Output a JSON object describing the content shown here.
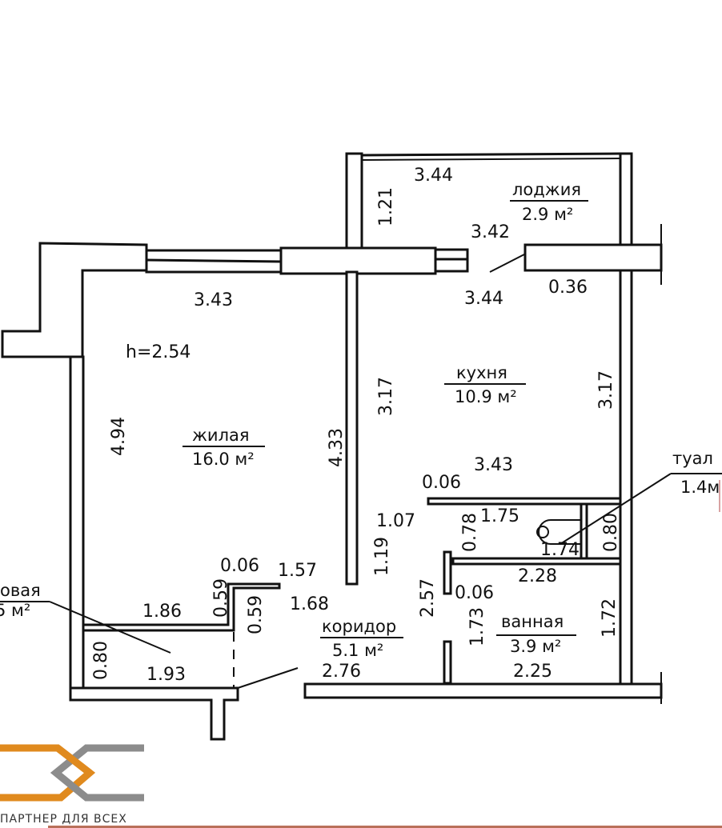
{
  "plan": {
    "ceiling_height": "h=2.54",
    "rooms": [
      {
        "id": "living",
        "name": "жилая",
        "area": "16.0 м²"
      },
      {
        "id": "kitchen",
        "name": "кухня",
        "area": "10.9 м²"
      },
      {
        "id": "loggia",
        "name": "лоджия",
        "area": "2.9 м²"
      },
      {
        "id": "corridor",
        "name": "коридор",
        "area": "5.1 м²"
      },
      {
        "id": "bathroom",
        "name": "ванная",
        "area": "3.9 м²"
      },
      {
        "id": "toilet",
        "name": "туал",
        "area": "1.4м"
      },
      {
        "id": "storage",
        "name": "овая",
        "area": "5 м²"
      }
    ],
    "dimensions": {
      "loggia_top": "3.44",
      "loggia_side": "1.21",
      "loggia_bottom": "3.42",
      "kitchen_top": "3.44",
      "kitchen_wall": "0.36",
      "living_top": "3.43",
      "living_left": "4.94",
      "living_right": "4.33",
      "kitchen_left": "3.17",
      "kitchen_right": "3.17",
      "kitchen_bottom": "3.43",
      "partition_1": "0.06",
      "toilet_width": "1.75",
      "toilet_depth_left": "0.78",
      "toilet_inner": "1.74",
      "toilet_depth_right": "0.80",
      "corridor_a": "1.07",
      "corridor_b": "1.19",
      "corridor_c": "2.57",
      "partition_2": "0.06",
      "bath_top": "2.28",
      "bath_left": "1.73",
      "bath_right": "1.72",
      "bath_bottom": "2.25",
      "partition_3": "0.06",
      "corridor_d": "1.57",
      "corridor_e": "1.68",
      "closet_a": "0.59",
      "closet_b": "0.59",
      "closet_top": "1.86",
      "closet_side": "0.80",
      "closet_bottom": "1.93",
      "corridor_bottom": "2.76"
    }
  },
  "brand": {
    "tagline": "ПАРТНЕР ДЛЯ ВСЕХ",
    "colors": {
      "orange": "#e08a1e",
      "gray": "#8c8c8c"
    }
  }
}
